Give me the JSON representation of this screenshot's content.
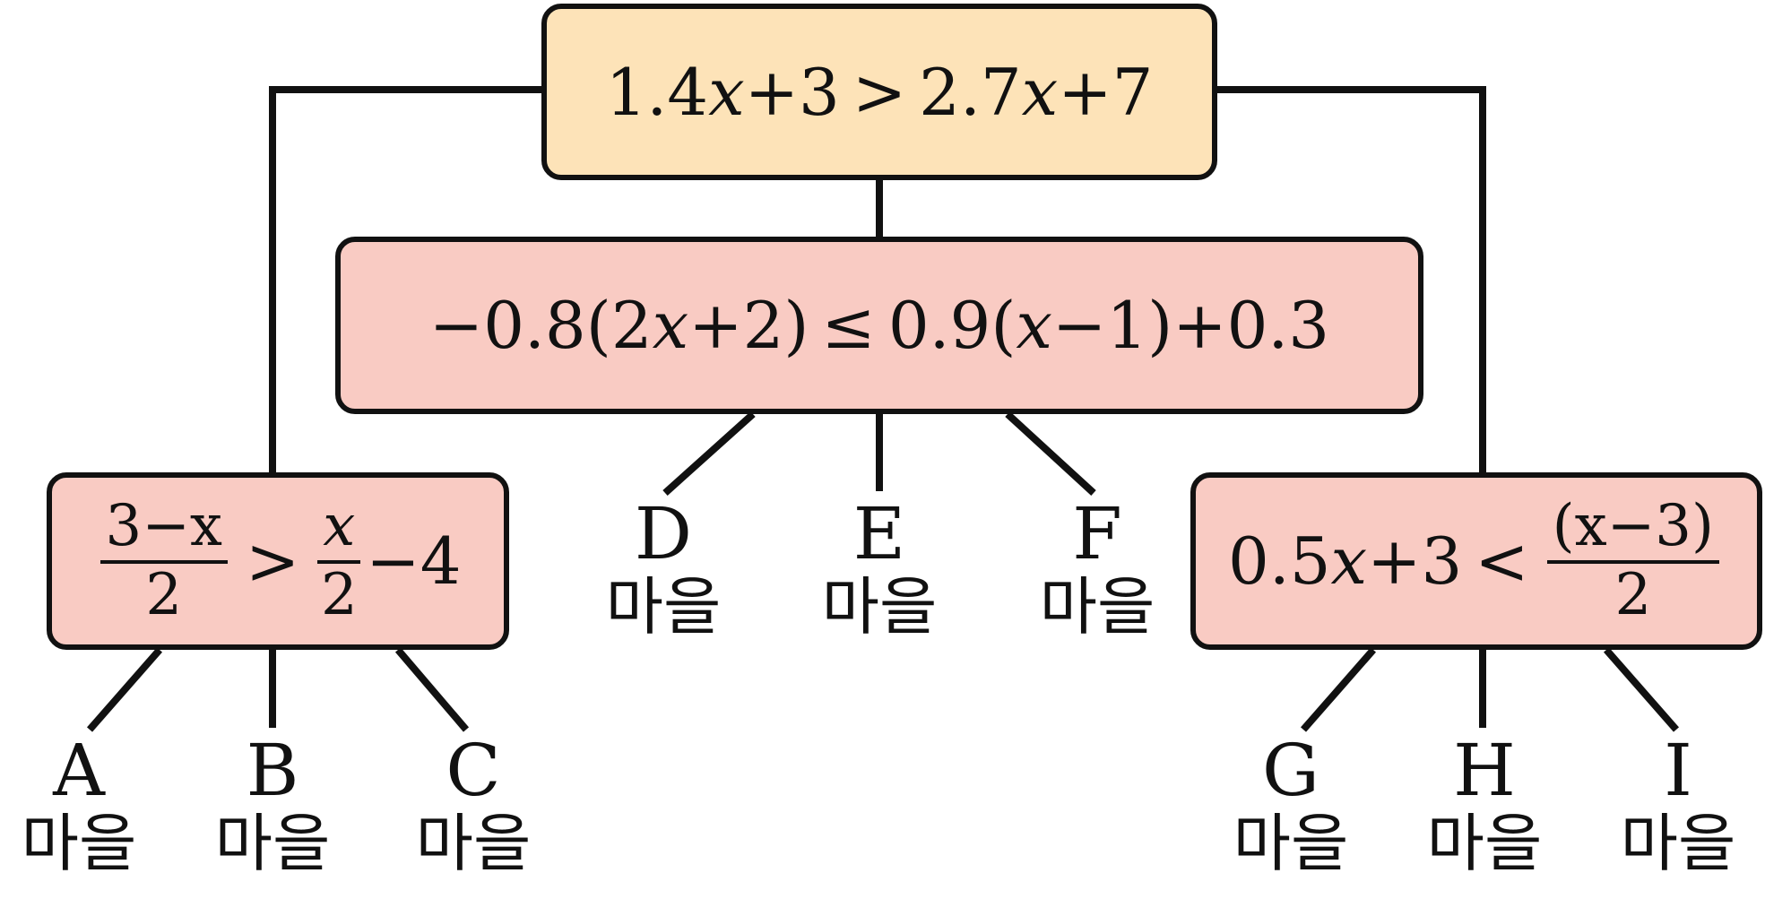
{
  "nodes": {
    "top": {
      "parts": [
        "1.4",
        "x",
        "+3",
        ">",
        "2.7",
        "x",
        "+7"
      ]
    },
    "middle": {
      "parts": [
        "−0.8(2",
        "x",
        "+2)",
        "≤",
        "0.9(",
        "x",
        "−1)+0.3"
      ]
    },
    "left": {
      "frac1_num": "3−x",
      "frac1_den": "2",
      "op": ">",
      "frac2_num": "x",
      "frac2_den": "2",
      "tail": "−4"
    },
    "right": {
      "lead": "0.5",
      "var": "x",
      "after": "+3",
      "op": "<",
      "frac_num": "(x−3)",
      "frac_den": "2"
    }
  },
  "villages": {
    "A": {
      "letter": "A",
      "word": "마을"
    },
    "B": {
      "letter": "B",
      "word": "마을"
    },
    "C": {
      "letter": "C",
      "word": "마을"
    },
    "D": {
      "letter": "D",
      "word": "마을"
    },
    "E": {
      "letter": "E",
      "word": "마을"
    },
    "F": {
      "letter": "F",
      "word": "마을"
    },
    "G": {
      "letter": "G",
      "word": "마을"
    },
    "H": {
      "letter": "H",
      "word": "마을"
    },
    "I": {
      "letter": "I",
      "word": "마을"
    }
  },
  "colors": {
    "top_box": "#fde3b8",
    "condition_box": "#f9cbc3",
    "line": "#111111"
  }
}
